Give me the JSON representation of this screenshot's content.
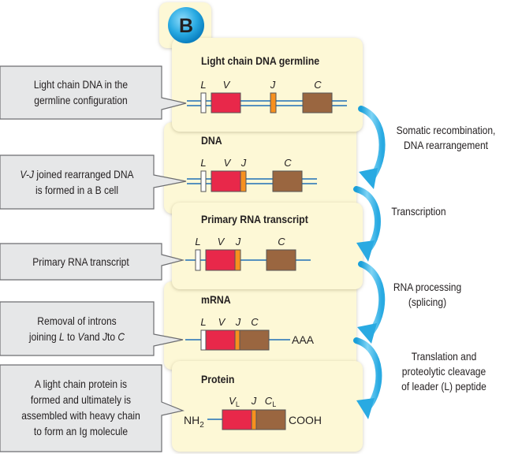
{
  "badge": {
    "letter": "B",
    "color": "#29aae2"
  },
  "colors": {
    "panel_bg": "#fdf8d6",
    "callout_bg": "#e6e7e8",
    "strand": "#1f6fb5",
    "leader": "#ffffff",
    "v_segment": "#e8284a",
    "j_segment": "#f7901e",
    "c_segment": "#9a6640",
    "arrow": "#4dbde9"
  },
  "panels": [
    {
      "title": "Light chain DNA germline",
      "labels": [
        "L",
        "V",
        "J",
        "C"
      ]
    },
    {
      "title": "DNA",
      "labels": [
        "L",
        "V",
        "J",
        "C"
      ]
    },
    {
      "title": "Primary RNA transcript",
      "labels": [
        "L",
        "V",
        "J",
        "C"
      ]
    },
    {
      "title": "mRNA",
      "labels": [
        "L",
        "V",
        "J",
        "C"
      ],
      "tail": "AAA"
    },
    {
      "title": "Protein",
      "labels": [
        "V",
        "J",
        "C"
      ],
      "subscript": "L",
      "n_term": "NH",
      "n_sub": "2",
      "c_term": "COOH"
    }
  ],
  "callouts": [
    {
      "lines": [
        "Light chain DNA in the",
        "germline configuration"
      ]
    },
    {
      "line1_italic": "V-J",
      "line1_rest": " joined rearranged DNA",
      "line2": "is formed in a B cell"
    },
    {
      "lines": [
        "Primary RNA transcript"
      ]
    },
    {
      "line1": "Removal of introns",
      "l2a": "joining ",
      "l2b": "L",
      "l2c": " to ",
      "l2d": "V",
      "l2e": "and ",
      "l2f": "J",
      "l2g": "to ",
      "l2h": "C"
    },
    {
      "lines": [
        "A light chain protein is",
        "formed and ultimately is",
        "assembled with heavy chain",
        "to form an Ig molecule"
      ]
    }
  ],
  "steps": [
    {
      "lines": [
        "Somatic recombination,",
        "DNA rearrangement"
      ]
    },
    {
      "lines": [
        "Transcription"
      ]
    },
    {
      "lines": [
        "RNA processing",
        "(splicing)"
      ]
    },
    {
      "lines": [
        "Translation and",
        "proteolytic cleavage",
        "of leader (L) peptide"
      ]
    }
  ]
}
